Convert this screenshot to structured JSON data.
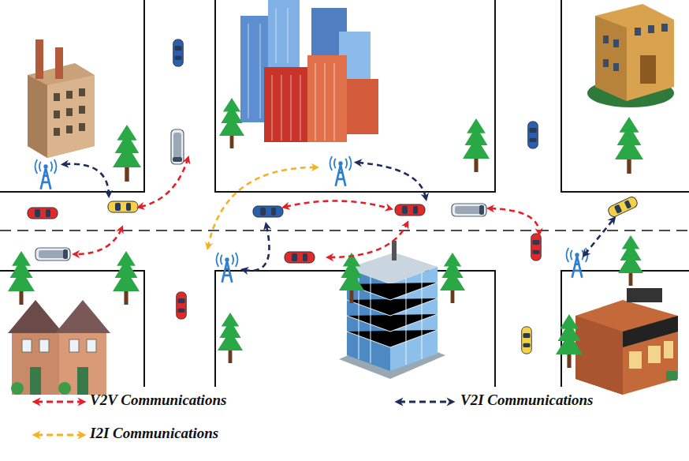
{
  "diagram": {
    "legend": [
      {
        "text": "V2V Communications"
      },
      {
        "text": "V2I Communications"
      },
      {
        "text": "I2I Communications"
      }
    ]
  }
}
